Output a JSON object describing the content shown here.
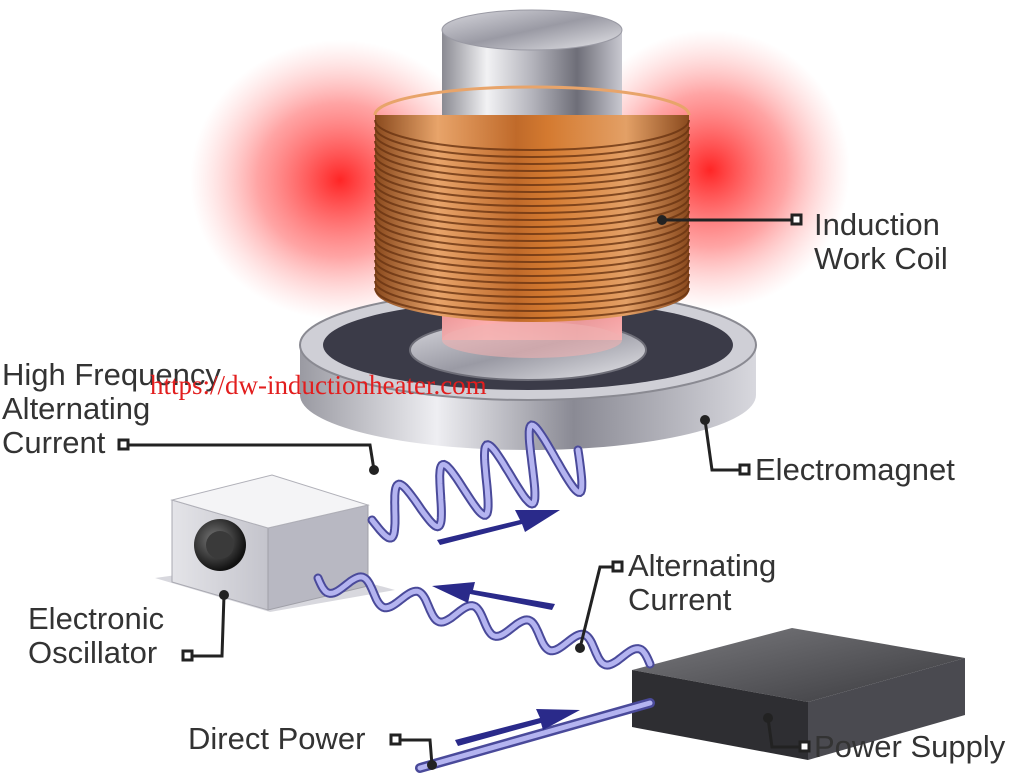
{
  "labels": {
    "induction_work_coil": [
      "Induction",
      "Work Coil"
    ],
    "high_frequency_alternating_current": [
      "High Frequency",
      "Alternating",
      "Current"
    ],
    "electromagnet": "Electromagnet",
    "alternating_current": [
      "Alternating",
      "Current"
    ],
    "electronic_oscillator": [
      "Electronic",
      "Oscillator"
    ],
    "direct_power": "Direct Power",
    "power_supply": "Power Supply"
  },
  "watermark": "https://dw-inductionheater.com",
  "colors": {
    "heat_glow": "#ff2a2a",
    "copper_coil": "#c87a3c",
    "wire": "#8a8ad8",
    "arrow": "#2a2a8a",
    "label_text": "#333333",
    "leader_line": "#222222"
  }
}
